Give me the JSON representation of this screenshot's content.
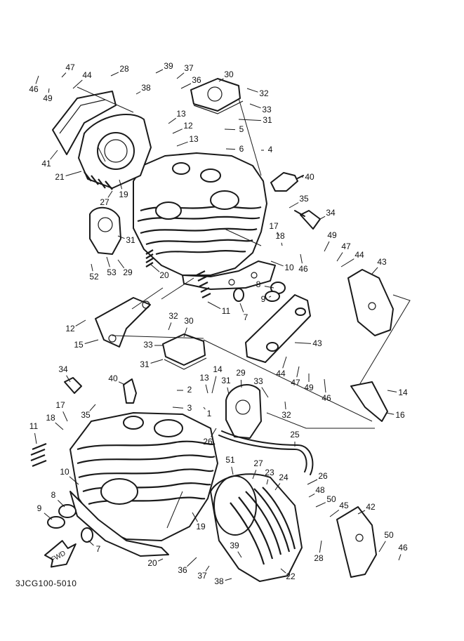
{
  "diagram": {
    "document_code": "3JCG100-5010",
    "direction_marker": "FWD",
    "callouts": [
      {
        "id": "46a",
        "text": "46"
      },
      {
        "id": "47a",
        "text": "47"
      },
      {
        "id": "49a",
        "text": "49"
      },
      {
        "id": "44a",
        "text": "44"
      },
      {
        "id": "28a",
        "text": "28"
      },
      {
        "id": "38a",
        "text": "38"
      },
      {
        "id": "39a",
        "text": "39"
      },
      {
        "id": "37a",
        "text": "37"
      },
      {
        "id": "36a",
        "text": "36"
      },
      {
        "id": "30a",
        "text": "30"
      },
      {
        "id": "32a",
        "text": "32"
      },
      {
        "id": "33a",
        "text": "33"
      },
      {
        "id": "31a",
        "text": "31"
      },
      {
        "id": "13a",
        "text": "13"
      },
      {
        "id": "12a",
        "text": "12"
      },
      {
        "id": "13b",
        "text": "13"
      },
      {
        "id": "5a",
        "text": "5"
      },
      {
        "id": "6a",
        "text": "6"
      },
      {
        "id": "4a",
        "text": "4"
      },
      {
        "id": "41a",
        "text": "41"
      },
      {
        "id": "21a",
        "text": "21"
      },
      {
        "id": "19a",
        "text": "19"
      },
      {
        "id": "27a",
        "text": "27"
      },
      {
        "id": "40a",
        "text": "40"
      },
      {
        "id": "35a",
        "text": "35"
      },
      {
        "id": "34a",
        "text": "34"
      },
      {
        "id": "17a",
        "text": "17"
      },
      {
        "id": "18a",
        "text": "18"
      },
      {
        "id": "49b",
        "text": "49"
      },
      {
        "id": "47b",
        "text": "47"
      },
      {
        "id": "44b",
        "text": "44"
      },
      {
        "id": "43a",
        "text": "43"
      },
      {
        "id": "46b",
        "text": "46"
      },
      {
        "id": "10a",
        "text": "10"
      },
      {
        "id": "31b",
        "text": "31"
      },
      {
        "id": "52a",
        "text": "52"
      },
      {
        "id": "53a",
        "text": "53"
      },
      {
        "id": "29a",
        "text": "29"
      },
      {
        "id": "20a",
        "text": "20"
      },
      {
        "id": "8a",
        "text": "8"
      },
      {
        "id": "9a",
        "text": "9"
      },
      {
        "id": "11a",
        "text": "11"
      },
      {
        "id": "7a",
        "text": "7"
      },
      {
        "id": "12b",
        "text": "12"
      },
      {
        "id": "15a",
        "text": "15"
      },
      {
        "id": "32b",
        "text": "32"
      },
      {
        "id": "30b",
        "text": "30"
      },
      {
        "id": "33b",
        "text": "33"
      },
      {
        "id": "43b",
        "text": "43"
      },
      {
        "id": "31c",
        "text": "31"
      },
      {
        "id": "44c",
        "text": "44"
      },
      {
        "id": "47c",
        "text": "47"
      },
      {
        "id": "49c",
        "text": "49"
      },
      {
        "id": "46c",
        "text": "46"
      },
      {
        "id": "14a",
        "text": "14"
      },
      {
        "id": "16a",
        "text": "16"
      },
      {
        "id": "34b",
        "text": "34"
      },
      {
        "id": "40b",
        "text": "40"
      },
      {
        "id": "2a",
        "text": "2"
      },
      {
        "id": "3a",
        "text": "3"
      },
      {
        "id": "1a",
        "text": "1"
      },
      {
        "id": "13c",
        "text": "13"
      },
      {
        "id": "14b",
        "text": "14"
      },
      {
        "id": "29b",
        "text": "29"
      },
      {
        "id": "31d",
        "text": "31"
      },
      {
        "id": "33c",
        "text": "33"
      },
      {
        "id": "32c",
        "text": "32"
      },
      {
        "id": "35b",
        "text": "35"
      },
      {
        "id": "17b",
        "text": "17"
      },
      {
        "id": "18b",
        "text": "18"
      },
      {
        "id": "11b",
        "text": "11"
      },
      {
        "id": "26a",
        "text": "26"
      },
      {
        "id": "25a",
        "text": "25"
      },
      {
        "id": "10b",
        "text": "10"
      },
      {
        "id": "51a",
        "text": "51"
      },
      {
        "id": "27b",
        "text": "27"
      },
      {
        "id": "23a",
        "text": "23"
      },
      {
        "id": "24a",
        "text": "24"
      },
      {
        "id": "26b",
        "text": "26"
      },
      {
        "id": "48a",
        "text": "48"
      },
      {
        "id": "50a",
        "text": "50"
      },
      {
        "id": "45a",
        "text": "45"
      },
      {
        "id": "42a",
        "text": "42"
      },
      {
        "id": "8b",
        "text": "8"
      },
      {
        "id": "9b",
        "text": "9"
      },
      {
        "id": "7b",
        "text": "7"
      },
      {
        "id": "19b",
        "text": "19"
      },
      {
        "id": "39b",
        "text": "39"
      },
      {
        "id": "28b",
        "text": "28"
      },
      {
        "id": "50b",
        "text": "50"
      },
      {
        "id": "46d",
        "text": "46"
      },
      {
        "id": "20b",
        "text": "20"
      },
      {
        "id": "36b",
        "text": "36"
      },
      {
        "id": "37b",
        "text": "37"
      },
      {
        "id": "38b",
        "text": "38"
      },
      {
        "id": "22a",
        "text": "22"
      }
    ]
  }
}
